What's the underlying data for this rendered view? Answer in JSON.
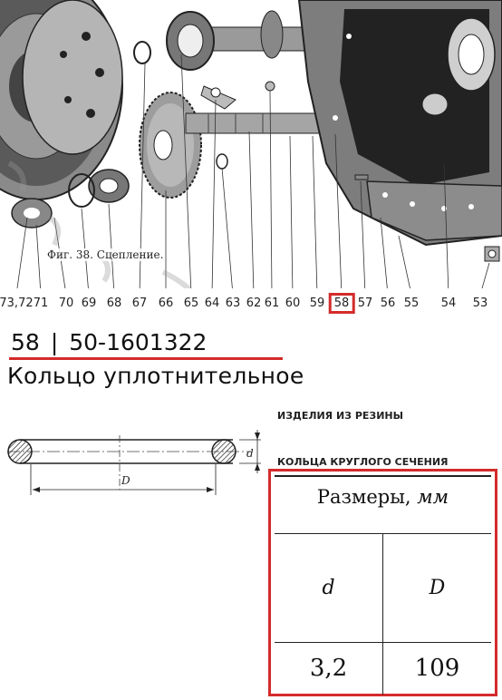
{
  "figure": {
    "caption": "Фиг. 38. Сцепление.",
    "part_numbers": [
      "73,72",
      "71",
      "70",
      "69",
      "68",
      "67",
      "66",
      "65",
      "64",
      "63",
      "62",
      "61",
      "60",
      "59",
      "58",
      "57",
      "56",
      "55",
      "54",
      "53"
    ],
    "highlighted_number": "58"
  },
  "part": {
    "position": "58",
    "separator": "|",
    "code": "50-1601322",
    "title": "Кольцо уплотнительное"
  },
  "category": "ИЗДЕЛИЯ ИЗ РЕЗИНЫ",
  "subcategory": "КОЛЬЦА КРУГЛОГО СЕЧЕНИЯ",
  "drawing": {
    "label_d_small": "d",
    "label_D_big": "D"
  },
  "dimensions": {
    "header_prefix": "Размеры, ",
    "header_unit": "мм",
    "columns": [
      "d",
      "D"
    ],
    "values": [
      "3,2",
      "109"
    ]
  },
  "colors": {
    "highlight": "#d42b2b"
  }
}
